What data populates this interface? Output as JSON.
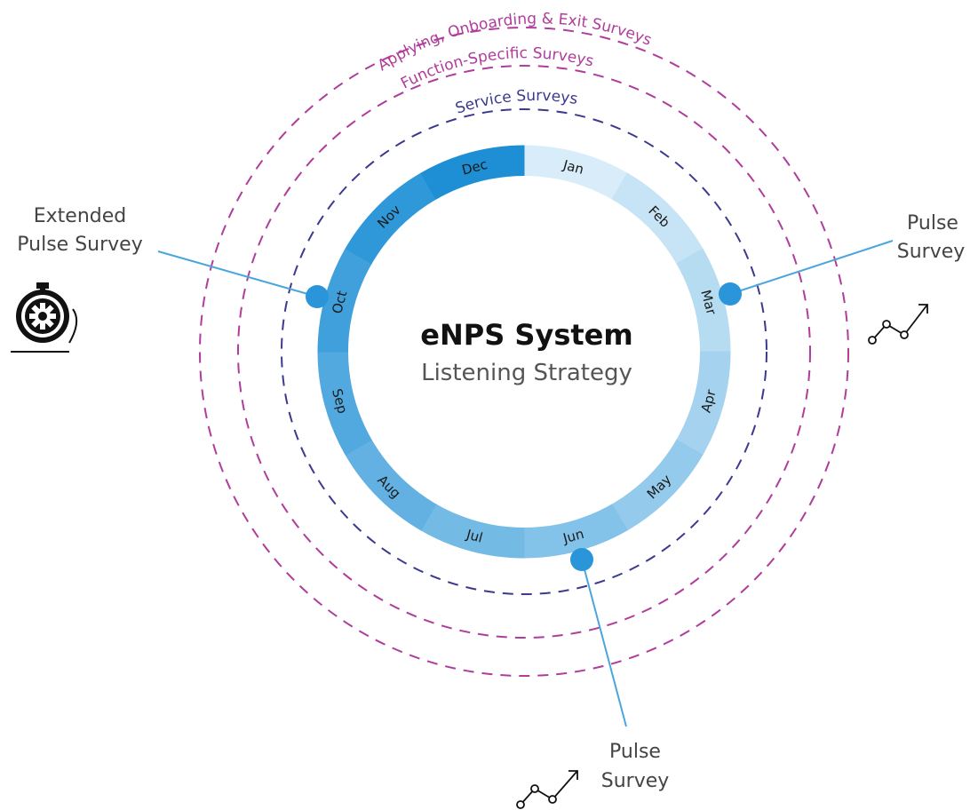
{
  "title": "eNPS System",
  "subtitle": "Listening Strategy",
  "months": [
    "Jan",
    "Feb",
    "Mar",
    "Apr",
    "May",
    "Jun",
    "Jul",
    "Aug",
    "Sep",
    "Oct",
    "Nov",
    "Dec"
  ],
  "rings": {
    "outer_label": "Applying, Onboarding & Exit Surveys",
    "middle_label": "Function-Specific Surveys",
    "inner_label": "Service Surveys"
  },
  "callouts": {
    "left_line1": "Extended",
    "left_line2": "Pulse Survey",
    "right_line1": "Pulse",
    "right_line2": "Survey",
    "bottom_line1": "Pulse",
    "bottom_line2": "Survey"
  },
  "colors": {
    "ring_dark": "#1e8fd5",
    "ring_light": "#d8edf9",
    "dashed_purple": "#b03c9c",
    "dashed_navy": "#3b3a8f",
    "connector": "#4aa6dc",
    "marker": "#2a95d8"
  },
  "icons": [
    "stopwatch-gear-icon",
    "trend-line-icon",
    "trend-line-icon"
  ]
}
